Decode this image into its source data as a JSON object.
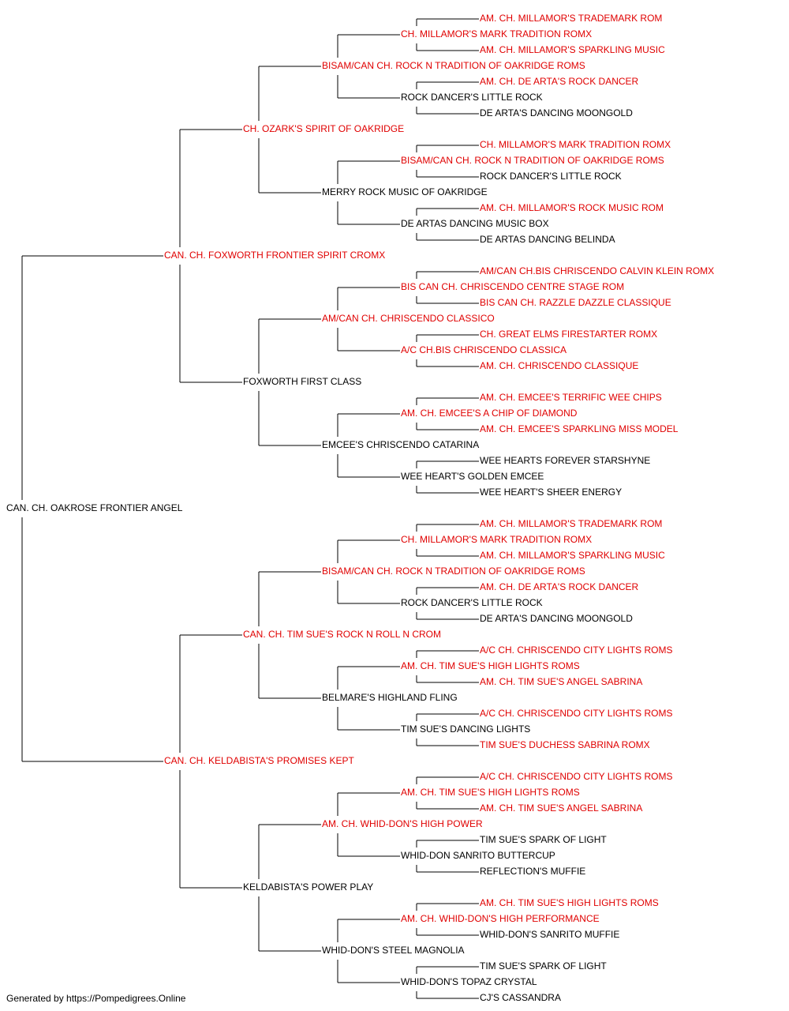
{
  "colors": {
    "champion": "#e00000",
    "normal": "#000000",
    "lines": "#000000"
  },
  "pedigree": {
    "name": "CAN. CH. OAKROSE FRONTIER ANGEL",
    "champion": false,
    "sire": {
      "name": "CAN. CH. FOXWORTH FRONTIER SPIRIT CROMX",
      "champion": true,
      "sire": {
        "name": "CH. OZARK'S SPIRIT OF OAKRIDGE",
        "champion": true,
        "sire": {
          "name": "BISAM/CAN CH. ROCK N TRADITION OF OAKRIDGE ROMS",
          "champion": true,
          "sire": {
            "name": "CH. MILLAMOR'S MARK TRADITION ROMX",
            "champion": true,
            "sire": {
              "name": "AM. CH. MILLAMOR'S TRADEMARK ROM",
              "champion": true
            },
            "dam": {
              "name": "AM. CH. MILLAMOR'S SPARKLING MUSIC",
              "champion": true
            }
          },
          "dam": {
            "name": "ROCK DANCER'S LITTLE ROCK",
            "champion": false,
            "sire": {
              "name": "AM. CH. DE ARTA'S ROCK DANCER",
              "champion": true
            },
            "dam": {
              "name": "DE ARTA'S DANCING MOONGOLD",
              "champion": false
            }
          }
        },
        "dam": {
          "name": "MERRY ROCK MUSIC OF OAKRIDGE",
          "champion": false,
          "sire": {
            "name": "BISAM/CAN CH. ROCK N TRADITION OF OAKRIDGE ROMS",
            "champion": true,
            "sire": {
              "name": "CH. MILLAMOR'S MARK TRADITION ROMX",
              "champion": true
            },
            "dam": {
              "name": "ROCK DANCER'S LITTLE ROCK",
              "champion": false
            }
          },
          "dam": {
            "name": "DE ARTAS DANCING MUSIC BOX",
            "champion": false,
            "sire": {
              "name": "AM. CH. MILLAMOR'S ROCK MUSIC ROM",
              "champion": true
            },
            "dam": {
              "name": "DE ARTAS DANCING BELINDA",
              "champion": false
            }
          }
        }
      },
      "dam": {
        "name": "FOXWORTH FIRST CLASS",
        "champion": false,
        "sire": {
          "name": "AM/CAN CH. CHRISCENDO CLASSICO",
          "champion": true,
          "sire": {
            "name": "BIS CAN CH. CHRISCENDO CENTRE STAGE ROM",
            "champion": true,
            "sire": {
              "name": "AM/CAN CH.BIS CHRISCENDO CALVIN KLEIN ROMX",
              "champion": true
            },
            "dam": {
              "name": "BIS CAN CH. RAZZLE DAZZLE CLASSIQUE",
              "champion": true
            }
          },
          "dam": {
            "name": "A/C CH.BIS CHRISCENDO CLASSICA",
            "champion": true,
            "sire": {
              "name": "CH. GREAT ELMS FIRESTARTER ROMX",
              "champion": true
            },
            "dam": {
              "name": "AM. CH. CHRISCENDO CLASSIQUE",
              "champion": true
            }
          }
        },
        "dam": {
          "name": "EMCEE'S CHRISCENDO CATARINA",
          "champion": false,
          "sire": {
            "name": "AM. CH. EMCEE'S A CHIP OF DIAMOND",
            "champion": true,
            "sire": {
              "name": "AM. CH. EMCEE'S TERRIFIC WEE CHIPS",
              "champion": true
            },
            "dam": {
              "name": "AM. CH. EMCEE'S SPARKLING MISS MODEL",
              "champion": true
            }
          },
          "dam": {
            "name": "WEE HEART'S GOLDEN EMCEE",
            "champion": false,
            "sire": {
              "name": "WEE HEARTS FOREVER STARSHYNE",
              "champion": false
            },
            "dam": {
              "name": "WEE HEART'S SHEER ENERGY",
              "champion": false
            }
          }
        }
      }
    },
    "dam": {
      "name": "CAN. CH. KELDABISTA'S PROMISES KEPT",
      "champion": true,
      "sire": {
        "name": "CAN. CH. TIM SUE'S ROCK N ROLL N CROM",
        "champion": true,
        "sire": {
          "name": "BISAM/CAN CH. ROCK N TRADITION OF OAKRIDGE ROMS",
          "champion": true,
          "sire": {
            "name": "CH. MILLAMOR'S MARK TRADITION ROMX",
            "champion": true,
            "sire": {
              "name": "AM. CH. MILLAMOR'S TRADEMARK ROM",
              "champion": true
            },
            "dam": {
              "name": "AM. CH. MILLAMOR'S SPARKLING MUSIC",
              "champion": true
            }
          },
          "dam": {
            "name": "ROCK DANCER'S LITTLE ROCK",
            "champion": false,
            "sire": {
              "name": "AM. CH. DE ARTA'S ROCK DANCER",
              "champion": true
            },
            "dam": {
              "name": "DE ARTA'S DANCING MOONGOLD",
              "champion": false
            }
          }
        },
        "dam": {
          "name": "BELMARE'S HIGHLAND FLING",
          "champion": false,
          "sire": {
            "name": "AM. CH. TIM SUE'S HIGH LIGHTS ROMS",
            "champion": true,
            "sire": {
              "name": "A/C CH. CHRISCENDO CITY LIGHTS ROMS",
              "champion": true
            },
            "dam": {
              "name": "AM. CH. TIM SUE'S ANGEL SABRINA",
              "champion": true
            }
          },
          "dam": {
            "name": "TIM SUE'S DANCING LIGHTS",
            "champion": false,
            "sire": {
              "name": "A/C CH. CHRISCENDO CITY LIGHTS ROMS",
              "champion": true
            },
            "dam": {
              "name": "TIM SUE'S DUCHESS SABRINA ROMX",
              "champion": true
            }
          }
        }
      },
      "dam": {
        "name": "KELDABISTA'S POWER PLAY",
        "champion": false,
        "sire": {
          "name": "AM. CH. WHID-DON'S HIGH POWER",
          "champion": true,
          "sire": {
            "name": "AM. CH. TIM SUE'S HIGH LIGHTS ROMS",
            "champion": true,
            "sire": {
              "name": "A/C CH. CHRISCENDO CITY LIGHTS ROMS",
              "champion": true
            },
            "dam": {
              "name": "AM. CH. TIM SUE'S ANGEL SABRINA",
              "champion": true
            }
          },
          "dam": {
            "name": "WHID-DON SANRITO BUTTERCUP",
            "champion": false,
            "sire": {
              "name": "TIM SUE'S SPARK OF LIGHT",
              "champion": false
            },
            "dam": {
              "name": "REFLECTION'S MUFFIE",
              "champion": false
            }
          }
        },
        "dam": {
          "name": "WHID-DON'S STEEL MAGNOLIA",
          "champion": false,
          "sire": {
            "name": "AM. CH. WHID-DON'S HIGH PERFORMANCE",
            "champion": true,
            "sire": {
              "name": "AM. CH. TIM SUE'S HIGH LIGHTS ROMS",
              "champion": true
            },
            "dam": {
              "name": "WHID-DON'S SANRITO MUFFIE",
              "champion": false
            }
          },
          "dam": {
            "name": "WHID-DON'S TOPAZ CRYSTAL",
            "champion": false,
            "sire": {
              "name": "TIM SUE'S SPARK OF LIGHT",
              "champion": false
            },
            "dam": {
              "name": "CJ'S CASSANDRA",
              "champion": false
            }
          }
        }
      }
    }
  },
  "footer": "Generated by https://Pompedigrees.Online"
}
